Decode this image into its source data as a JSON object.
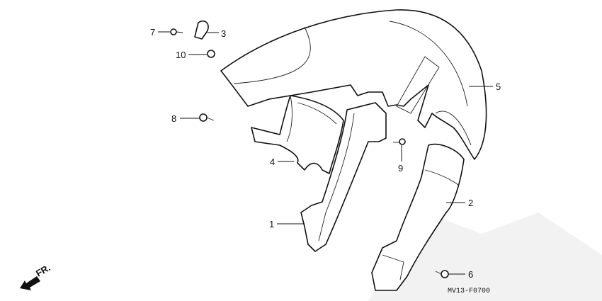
{
  "diagram": {
    "title_code": "MV13-F0700",
    "direction_label": "FR.",
    "callouts": {
      "c1": "1",
      "c2": "2",
      "c3": "3",
      "c4": "4",
      "c5": "5",
      "c6": "6",
      "c7": "7",
      "c8": "8",
      "c9": "9",
      "c10": "10"
    }
  }
}
